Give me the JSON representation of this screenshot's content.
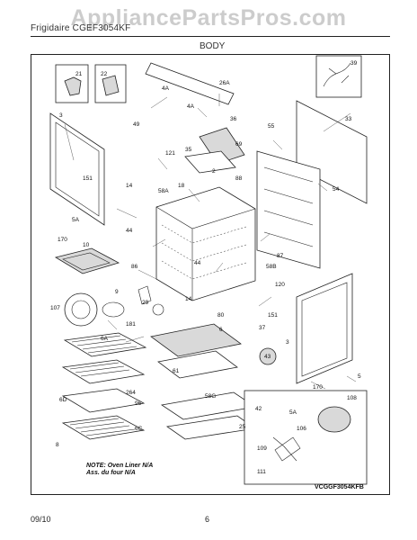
{
  "header": {
    "watermark": "AppliancePartsPros.com",
    "title_text": "Frigidaire CGEF3054KF",
    "section": "BODY"
  },
  "notes": {
    "oven_liner_line1": "NOTE: Oven Liner N/A",
    "oven_liner_line2": "Ass. du four N/A"
  },
  "diagram_code": "VCGGF3054KFB",
  "footer": {
    "date": "09/10",
    "page": "6"
  },
  "part_labels": [
    "21",
    "22",
    "26A",
    "39",
    "4A",
    "49",
    "3",
    "4A",
    "36",
    "33",
    "55",
    "35",
    "69",
    "121",
    "2",
    "18",
    "58A",
    "14",
    "88",
    "151",
    "44",
    "5A",
    "170",
    "10",
    "86",
    "44",
    "87",
    "58B",
    "54",
    "120",
    "9",
    "107",
    "29",
    "14",
    "80",
    "37",
    "151",
    "181",
    "6",
    "6A",
    "43",
    "3",
    "5",
    "61",
    "264",
    "96",
    "6C",
    "6D",
    "58G",
    "170",
    "108",
    "42",
    "25",
    "5A",
    "106",
    "8",
    "109",
    "111"
  ]
}
